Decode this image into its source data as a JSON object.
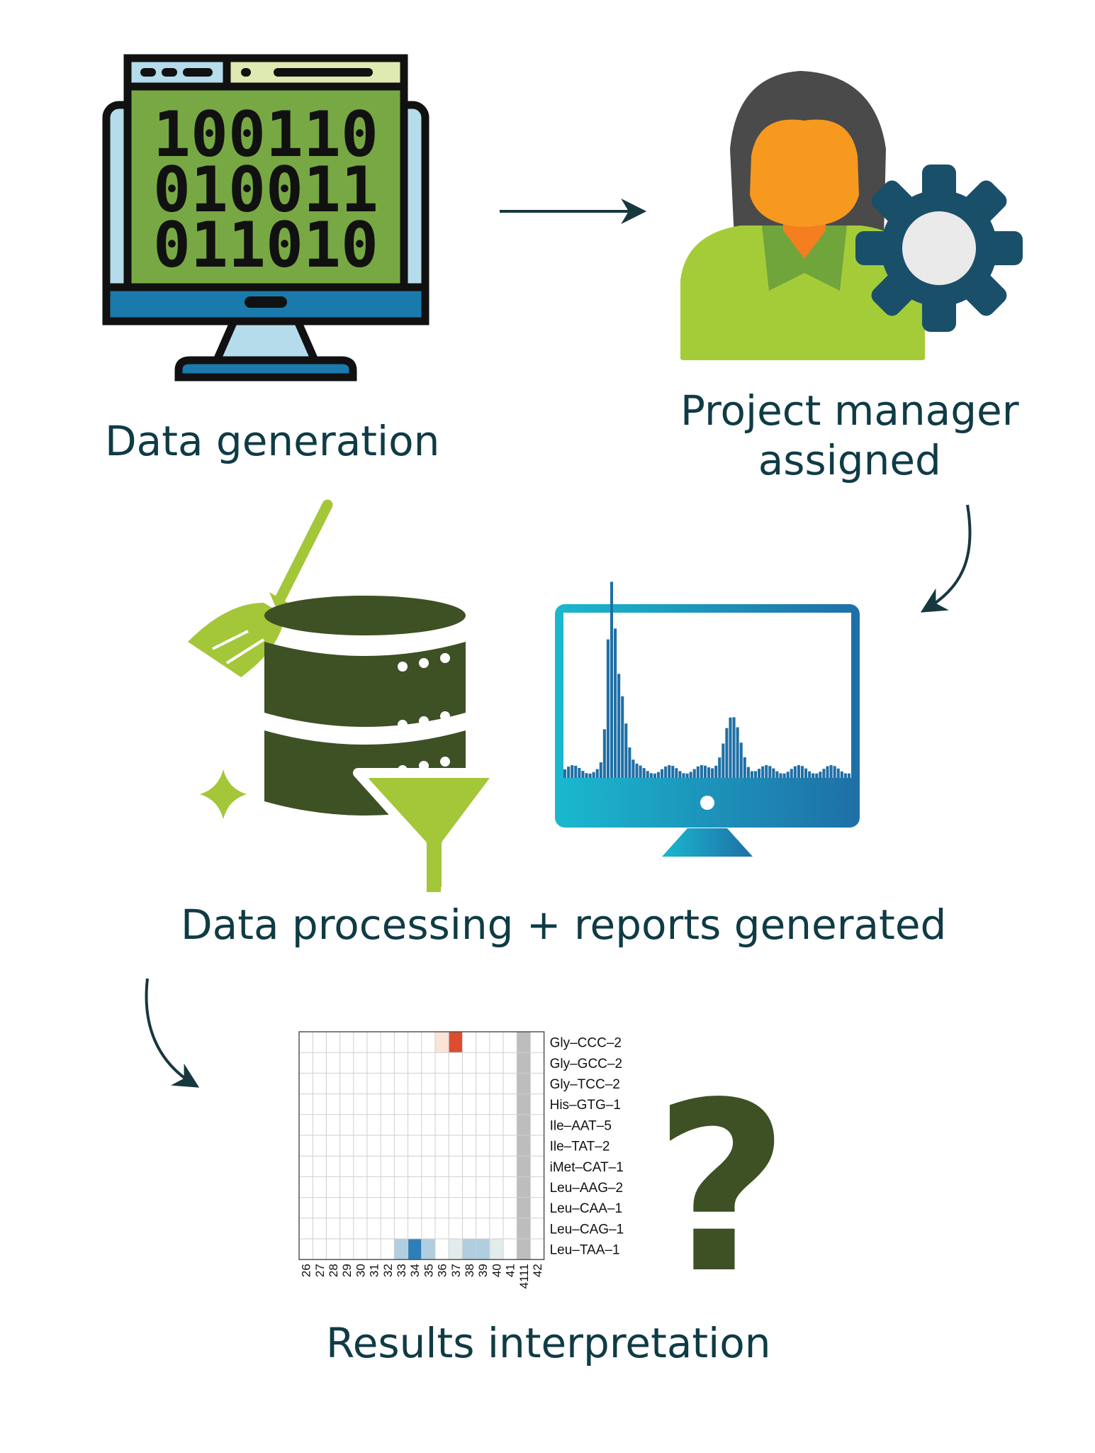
{
  "labels": {
    "data_generation": "Data generation",
    "project_manager_line1": "Project manager",
    "project_manager_line2": "assigned",
    "data_processing": "Data processing + reports generated",
    "results": "Results interpretation"
  },
  "binary_rows": [
    "100110",
    "010011",
    "011010"
  ],
  "question_mark": "?",
  "icons": {
    "computer": "binary-computer-icon",
    "manager": "project-manager-icon",
    "gear": "gear-icon",
    "database": "database-icon",
    "broom": "broom-icon",
    "sparkle": "sparkle-icon",
    "funnel": "funnel-icon",
    "monitor": "histogram-monitor-icon"
  },
  "colors": {
    "text": "#0f3b45",
    "arrow": "#16383f",
    "dark_green": "#3d5124",
    "lime": "#a4c639",
    "gear": "#1a4f6a"
  },
  "chart_data": {
    "type": "heatmap",
    "rows": [
      "Gly–CCC–2",
      "Gly–GCC–2",
      "Gly–TCC–2",
      "His–GTG–1",
      "Ile–AAT–5",
      "Ile–TAT–2",
      "iMet–CAT–1",
      "Leu–AAG–2",
      "Leu–CAA–1",
      "Leu–CAG–1",
      "Leu–TAA–1"
    ],
    "columns": [
      "26",
      "27",
      "28",
      "29",
      "30",
      "31",
      "32",
      "33",
      "34",
      "35",
      "36",
      "37",
      "38",
      "39",
      "40",
      "41",
      "4111",
      "42"
    ],
    "cells": [
      {
        "row": 0,
        "col": 10,
        "color": "#fbe3d6"
      },
      {
        "row": 0,
        "col": 11,
        "color": "#de4b2f"
      },
      {
        "row": 10,
        "col": 7,
        "color": "#b1cde0"
      },
      {
        "row": 10,
        "col": 8,
        "color": "#2c7fb8"
      },
      {
        "row": 10,
        "col": 9,
        "color": "#b1cde0"
      },
      {
        "row": 10,
        "col": 11,
        "color": "#e2ecec"
      },
      {
        "row": 10,
        "col": 12,
        "color": "#b1cde0"
      },
      {
        "row": 10,
        "col": 13,
        "color": "#b1cde0"
      },
      {
        "row": 10,
        "col": 14,
        "color": "#e2ecec"
      }
    ],
    "shaded_column": 16,
    "shaded_color": "#bdbdbd"
  }
}
